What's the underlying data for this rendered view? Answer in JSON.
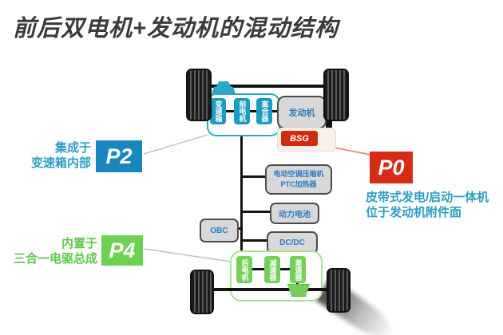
{
  "title": "前后双电机+发动机的混动结构",
  "front_axle_unit": {
    "gearbox": "变速箱",
    "motor": "前电机",
    "clutch": "离合器"
  },
  "engine": {
    "label": "发动机"
  },
  "bsg": {
    "label": "BSG"
  },
  "electrical": {
    "ac_compressor_line1": "电动空调压缩机",
    "ac_compressor_line2": "PTC加热器",
    "battery": "动力电池",
    "obc": "OBC",
    "dcdc": "DC/DC"
  },
  "rear_axle_unit": {
    "motor": "后电机",
    "reducer": "减速器",
    "differential": "差速器"
  },
  "callouts": {
    "p2": {
      "tag": "P2",
      "desc_line1": "集成于",
      "desc_line2": "变速箱内部"
    },
    "p4": {
      "tag": "P4",
      "desc_line1": "内置于",
      "desc_line2": "三合一电驱总成"
    },
    "p0": {
      "tag": "P0",
      "desc_line1": "皮带式发电/启动一体机",
      "desc_line2": "位于发动机附件面"
    }
  },
  "colors": {
    "teal_outline": "#2aa6c8",
    "teal_fill": "#1b9cc2",
    "p2_blue": "#1787bd",
    "green_fill": "#74d058",
    "p4_green": "#6ed151",
    "p0_red": "#d62b14",
    "bsg_red": "#d3290f",
    "gray_box": "#d8d8d8",
    "box_text_blue": "#2e7cc3",
    "title_text": "#3b3b3d"
  }
}
